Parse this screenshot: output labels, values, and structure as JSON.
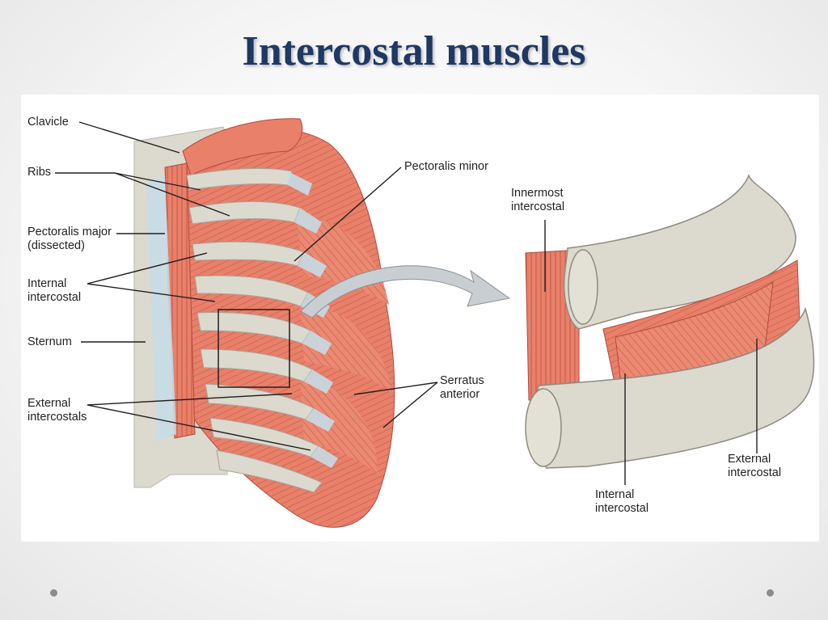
{
  "slide": {
    "title": "Intercostal muscles"
  },
  "labels": {
    "clavicle": "Clavicle",
    "ribs": "Ribs",
    "pectoralis_major_1": "Pectoralis major",
    "pectoralis_major_2": "(dissected)",
    "internal_intercostal_1": "Internal",
    "internal_intercostal_2": "intercostal",
    "sternum": "Sternum",
    "external_intercostals_1": "External",
    "external_intercostals_2": "intercostals",
    "pectoralis_minor": "Pectoralis minor",
    "serratus_1": "Serratus",
    "serratus_2": "anterior",
    "innermost_1": "Innermost",
    "innermost_2": "intercostal",
    "detail_internal_1": "Internal",
    "detail_internal_2": "intercostal",
    "detail_external_1": "External",
    "detail_external_2": "intercostal"
  },
  "colors": {
    "title": "#1f3864",
    "muscle": "#e8806a",
    "muscle_dark": "#c9584a",
    "bone": "#dcd9cf",
    "cartilage": "#c7dbe6",
    "label_text": "#231f20",
    "slide_dots": "#8c8c8c"
  }
}
